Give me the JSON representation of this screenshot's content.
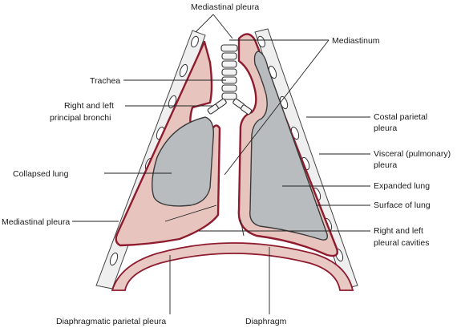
{
  "labels": {
    "mediastinal_pleura_top": "Mediastinal pleura",
    "mediastinum": "Mediastinum",
    "trachea": "Trachea",
    "principal_bronchi_1": "Right and left",
    "principal_bronchi_2": "principal bronchi",
    "costal_parietal_pleura_1": "Costal parietal",
    "costal_parietal_pleura_2": "pleura",
    "visceral_pleura_1": "Visceral (pulmonary)",
    "visceral_pleura_2": "pleura",
    "collapsed_lung": "Collapsed lung",
    "expanded_lung": "Expanded lung",
    "surface_of_lung": "Surface of lung",
    "mediastinal_pleura_left": "Mediastinal pleura",
    "pleural_cavities_1": "Right and left",
    "pleural_cavities_2": "pleural cavities",
    "diaphragmatic_parietal_pleura": "Diaphragmatic parietal pleura",
    "diaphragm": "Diaphragm"
  },
  "colors": {
    "pleura_fill": "#e8c4bf",
    "pleura_outline": "#8e1b2e",
    "lung_fill": "#b9bcbe",
    "diaphragm_fill": "#e9c9c4"
  }
}
